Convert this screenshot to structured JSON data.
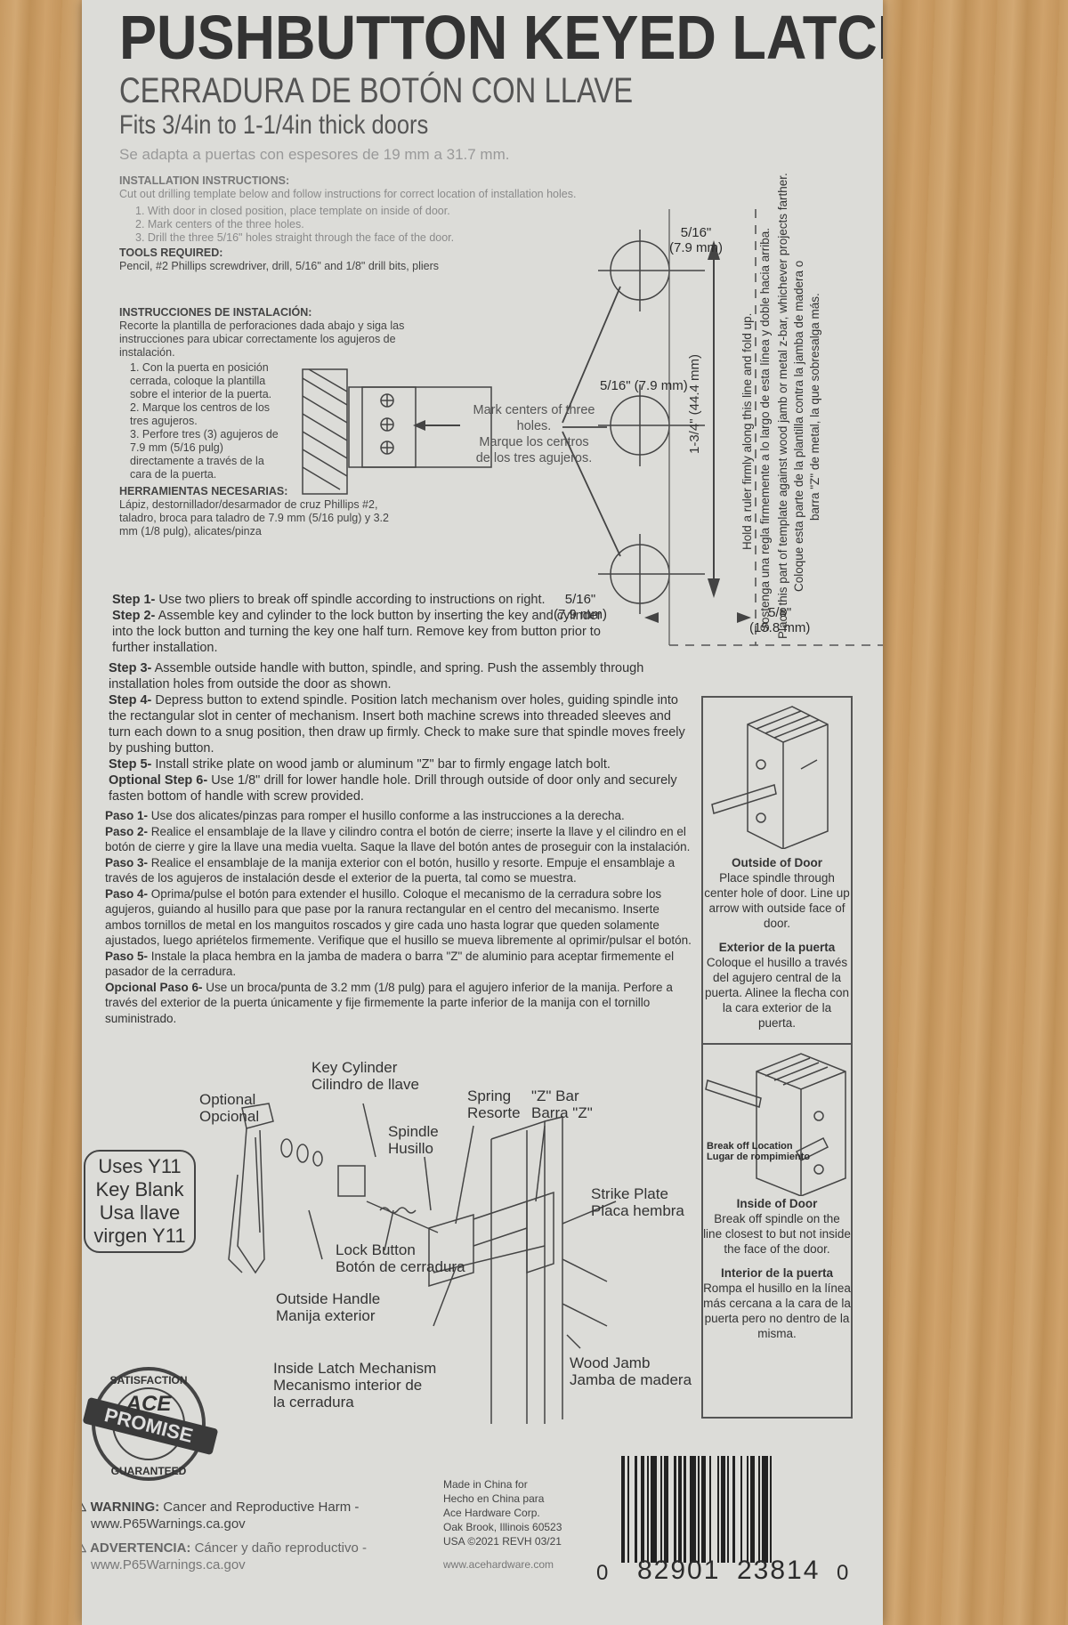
{
  "header": {
    "title": "PUSHBUTTON KEYED LATCH",
    "subtitle_es": "CERRADURA DE BOTÓN CON LLAVE",
    "fits": "Fits 3/4in to 1-1/4in thick doors",
    "fits_es": "Se adapta a puertas con espesores de 19 mm a 31.7 mm."
  },
  "installation": {
    "heading": "INSTALLATION INSTRUCTIONS:",
    "intro": "Cut out drilling template below and follow instructions for correct location of installation holes.",
    "items": [
      "1. With door in closed position, place template on inside of door.",
      "2. Mark centers of the three holes.",
      "3. Drill the three 5/16\" holes straight through the face of the door."
    ],
    "tools_heading": "TOOLS REQUIRED:",
    "tools": "Pencil, #2 Phillips screwdriver, drill, 5/16\" and 1/8\" drill bits, pliers"
  },
  "instrucciones": {
    "heading": "INSTRUCCIONES DE INSTALACIÓN:",
    "intro": "Recorte la plantilla de perforaciones dada abajo y siga las instrucciones para ubicar correctamente los agujeros de instalación.",
    "items": [
      "1. Con la puerta en posición cerrada, coloque la plantilla sobre el interior de la puerta.",
      "2. Marque los centros de los tres agujeros.",
      "3. Perfore tres (3) agujeros de 7.9 mm (5/16 pulg) directamente a través de la cara de la puerta."
    ],
    "tools_heading": "HERRAMIENTAS NECESARIAS:",
    "tools": "Lápiz, destornillador/desarmador de cruz Phillips #2, taladro, broca para taladro de 7.9 mm (5/16 pulg) y 3.2 mm (1/8 pulg), alicates/pinza"
  },
  "template": {
    "mark_centers": "Mark centers of three holes.",
    "mark_centers_es": "Marque los centros de los tres agujeros.",
    "hole_top_in": "5/16\"",
    "hole_top_mm": "(7.9 mm)",
    "hole_mid": "5/16\" (7.9 mm)",
    "hole_bot_in": "5/16\"",
    "hole_bot_mm": "(7.9 mm)",
    "spacing_in": "1-3/4\"",
    "spacing_mm": "(44.4 mm)",
    "edge_in": "5/8\"",
    "edge_mm": "(15.8 mm)",
    "rot1": "Hold a ruler firmly along this line and fold up.",
    "rot2": "Sostenga una regla firmemente a lo largo de esta línea y doble hacia arriba.",
    "rot3": "Place this part of template against wood jamb or metal z-bar, whichever projects farther.",
    "rot4": "Coloque esta parte de la plantilla contra la jamba de madera o",
    "rot5": "barra \"Z\" de metal, la que sobresalga más."
  },
  "steps_en": [
    {
      "label": "Step 1-",
      "text": " Use two pliers to break off spindle according to instructions on right."
    },
    {
      "label": "Step 2-",
      "text": " Assemble key and cylinder to the lock button by inserting the key and cylinder into the lock button and turning the key one half turn. Remove key from button prior to further installation."
    },
    {
      "label": "Step 3-",
      "text": " Assemble outside handle with button, spindle, and spring. Push the assembly through installation holes from outside the door as shown."
    },
    {
      "label": "Step 4-",
      "text": " Depress button to extend spindle. Position latch mechanism over holes, guiding spindle into the rectangular slot in center of mechanism. Insert both machine screws into threaded sleeves and turn each down to a snug position, then draw up firmly. Check to make sure that spindle moves freely by pushing button."
    },
    {
      "label": "Step 5-",
      "text": " Install strike plate on wood jamb or aluminum \"Z\" bar to firmly engage latch bolt."
    },
    {
      "label": "Optional Step 6-",
      "text": " Use 1/8\" drill for lower handle hole. Drill through outside of door only and securely fasten bottom of handle with screw provided."
    }
  ],
  "steps_es": [
    {
      "label": "Paso 1-",
      "text": " Use dos alicates/pinzas para romper el husillo conforme a las instrucciones a la derecha."
    },
    {
      "label": "Paso 2-",
      "text": " Realice el ensamblaje de la llave y cilindro contra el botón de cierre; inserte la llave y el cilindro en el botón de cierre y gire la llave una media vuelta. Saque la llave del botón antes de proseguir con la instalación."
    },
    {
      "label": "Paso 3-",
      "text": " Realice el ensamblaje de la manija exterior con el botón, husillo y resorte. Empuje el ensamblaje a través de los agujeros de instalación desde el exterior de la puerta, tal como se muestra."
    },
    {
      "label": "Paso 4-",
      "text": " Oprima/pulse el botón para extender el husillo. Coloque el mecanismo de la cerradura sobre los agujeros, guiando al husillo para que pase por la ranura rectangular en el centro del mecanismo. Inserte ambos tornillos de metal en los manguitos roscados y gire cada uno hasta lograr que queden solamente ajustados, luego apriételos firmemente. Verifique que el husillo se mueva libremente al oprimir/pulsar el botón."
    },
    {
      "label": "Paso 5-",
      "text": " Instale la placa hembra en la jamba de madera o barra \"Z\" de aluminio para aceptar firmemente el pasador de la cerradura."
    },
    {
      "label": "Opcional Paso 6-",
      "text": " Use un broca/punta de 3.2 mm (1/8 pulg) para el agujero inferior de la manija. Perfore a través del exterior de la puerta únicamente y fije firmemente la parte inferior de la manija con el tornillo suministrado."
    }
  ],
  "outside_panel": {
    "title": "Outside of Door",
    "text": "Place spindle through center hole of door. Line up arrow with outside face of door.",
    "title_es": "Exterior de la puerta",
    "text_es": "Coloque el husillo a través del agujero central de la puerta. Alinee la flecha con la cara exterior de la puerta."
  },
  "inside_panel": {
    "breakoff": "Break off Location",
    "breakoff_es": "Lugar de rompimiento",
    "title": "Inside of Door",
    "text": "Break off spindle on the line closest to but not inside the face of the door.",
    "title_es": "Interior de la puerta",
    "text_es": "Rompa el husillo en la línea más cercana a la cara de la puerta pero no dentro de la misma."
  },
  "diagram": {
    "key_cylinder": "Key Cylinder",
    "key_cylinder_es": "Cilindro de llave",
    "optional": "Optional",
    "optional_es": "Opcional",
    "spring": "Spring",
    "spring_es": "Resorte",
    "zbar": "\"Z\" Bar",
    "zbar_es": "Barra \"Z\"",
    "spindle": "Spindle",
    "spindle_es": "Husillo",
    "strike": "Strike Plate",
    "strike_es": "Placa hembra",
    "lock_button": "Lock Button",
    "lock_button_es": "Botón de cerradura",
    "outside_handle": "Outside Handle",
    "outside_handle_es": "Manija exterior",
    "inside_latch": "Inside Latch Mechanism",
    "inside_latch_es": "Mecanismo interior de",
    "inside_latch_es2": "la cerradura",
    "wood_jamb": "Wood Jamb",
    "wood_jamb_es": "Jamba de madera",
    "key_blank": [
      "Uses Y11",
      "Key Blank",
      "Usa llave",
      "virgen Y11"
    ]
  },
  "badge": {
    "top": "SATISFACTION",
    "brand": "ACE",
    "promise": "PROMISE",
    "bottom": "GUARANTEED"
  },
  "footer": {
    "warning_label": "WARNING:",
    "warning": " Cancer and Reproductive Harm -",
    "warning_url": "www.P65Warnings.ca.gov",
    "advert_label": "ADVERTENCIA:",
    "advert": " Cáncer y daño reproductivo -",
    "advert_url": "www.P65Warnings.ca.gov",
    "made": [
      "Made in China for",
      "Hecho en China para",
      "Ace Hardware Corp.",
      "Oak Brook, Illinois 60523",
      "USA ©2021  REVH 03/21"
    ],
    "website": "www.acehardware.com",
    "barcode_left": "0",
    "barcode_mid1": "82901",
    "barcode_mid2": "23814",
    "barcode_right": "0"
  }
}
